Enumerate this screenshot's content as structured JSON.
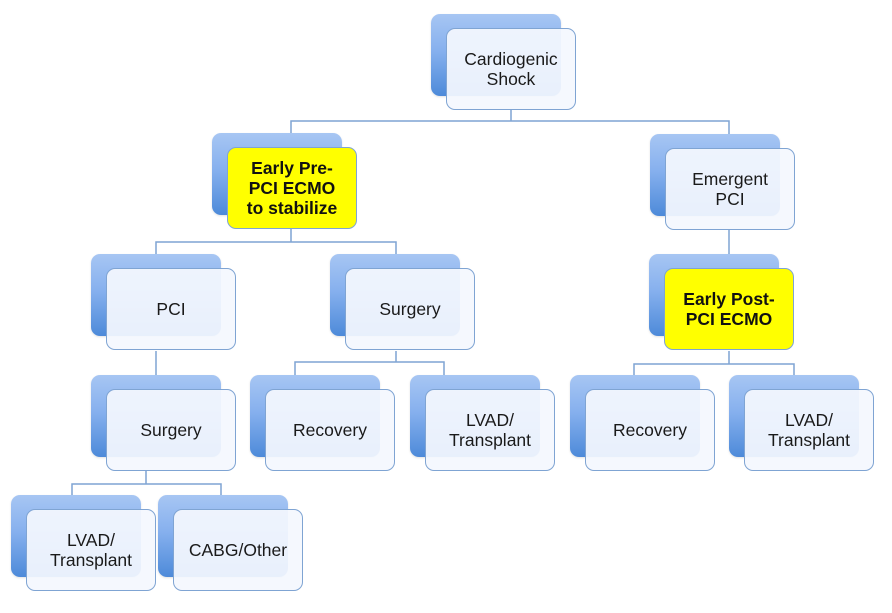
{
  "diagram": {
    "type": "tree",
    "colors": {
      "highlight_fill": "#ffff00",
      "node_fill": "#f4f8fe",
      "node_border": "#7fa4d3",
      "shadow_top": "#a7c6f3",
      "shadow_bottom": "#4d8ad9",
      "connector": "#7fa4d3"
    },
    "nodes": {
      "root": {
        "label": "Cardiogenic\nShock",
        "highlight": false
      },
      "pre_pci_ecmo": {
        "label": "Early Pre-\nPCI ECMO\nto stabilize",
        "highlight": true
      },
      "emergent_pci": {
        "label": "Emergent\nPCI",
        "highlight": false
      },
      "pci": {
        "label": "PCI",
        "highlight": false
      },
      "surgery_mid": {
        "label": "Surgery",
        "highlight": false
      },
      "post_pci_ecmo": {
        "label": "Early Post-\nPCI ECMO",
        "highlight": true
      },
      "surgery_left": {
        "label": "Surgery",
        "highlight": false
      },
      "recovery_mid": {
        "label": "Recovery",
        "highlight": false
      },
      "lvad_mid": {
        "label": "LVAD/\nTransplant",
        "highlight": false
      },
      "recovery_right": {
        "label": "Recovery",
        "highlight": false
      },
      "lvad_right": {
        "label": "LVAD/\nTransplant",
        "highlight": false
      },
      "lvad_bottom": {
        "label": "LVAD/\nTransplant",
        "highlight": false
      },
      "cabg_other": {
        "label": "CABG/Other",
        "highlight": false
      }
    },
    "edges": [
      [
        "root",
        "pre_pci_ecmo"
      ],
      [
        "root",
        "emergent_pci"
      ],
      [
        "pre_pci_ecmo",
        "pci"
      ],
      [
        "pre_pci_ecmo",
        "surgery_mid"
      ],
      [
        "emergent_pci",
        "post_pci_ecmo"
      ],
      [
        "pci",
        "surgery_left"
      ],
      [
        "surgery_mid",
        "recovery_mid"
      ],
      [
        "surgery_mid",
        "lvad_mid"
      ],
      [
        "post_pci_ecmo",
        "recovery_right"
      ],
      [
        "post_pci_ecmo",
        "lvad_right"
      ],
      [
        "surgery_left",
        "lvad_bottom"
      ],
      [
        "surgery_left",
        "cabg_other"
      ]
    ]
  }
}
